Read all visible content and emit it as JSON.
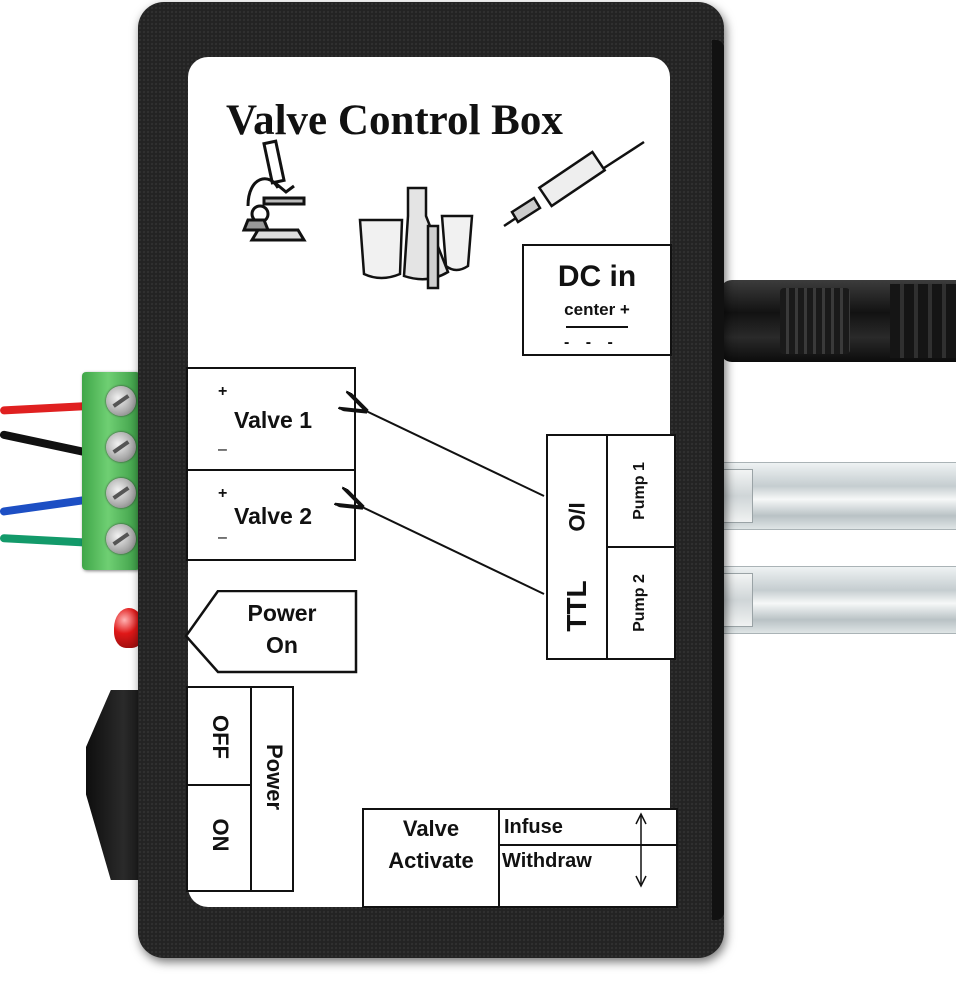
{
  "box_title": "Valve Control Box",
  "dc_in": {
    "title": "DC in",
    "polarity": "center +",
    "dashes": "- - -"
  },
  "valves": [
    {
      "label": "Valve 1",
      "plus": "+",
      "minus": "–"
    },
    {
      "label": "Valve 2",
      "plus": "+",
      "minus": "–"
    }
  ],
  "ttl_panel": {
    "io": "I/O",
    "ttl": "TTL",
    "pump1": "Pump 1",
    "pump2": "Pump 2"
  },
  "power_on": {
    "line1": "Power",
    "line2": "On"
  },
  "power_switch": {
    "off": "OFF",
    "on": "ON",
    "label": "Power"
  },
  "valve_activate": {
    "line1": "Valve",
    "line2": "Activate",
    "infuse": "Infuse",
    "withdraw": "Withdraw"
  },
  "colors": {
    "box": "#232323",
    "label": "#ffffff",
    "terminal": "#4cb855",
    "led": "#e01818",
    "wire_red": "#e02020",
    "wire_blue": "#1d4fc4",
    "wire_green": "#139a6a"
  },
  "icons": [
    "microscope-icon",
    "beakers-icon",
    "syringe-icon"
  ]
}
